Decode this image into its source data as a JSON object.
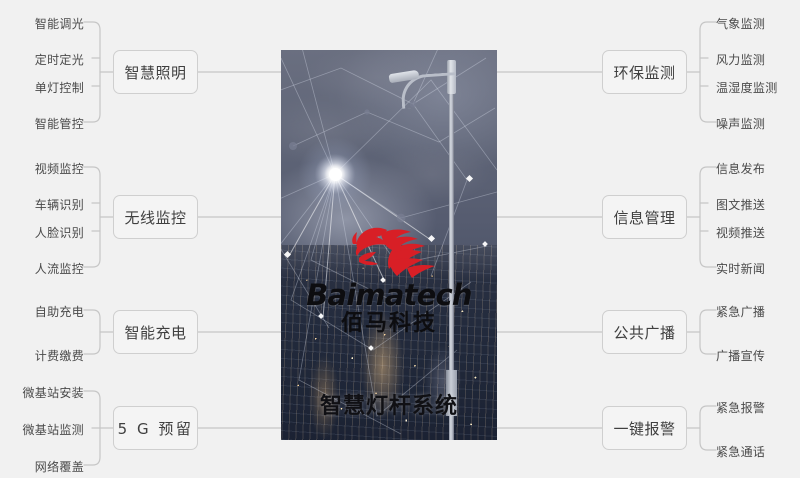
{
  "diagram": {
    "title": "智慧灯杆系统",
    "brand_en": "Baimatech",
    "brand_cn": "佰马科技",
    "accent_color": "#d81f26",
    "background_color": "#f1f1f1",
    "node_border_color": "#cfcfcf",
    "line_color": "#c6c6c6"
  },
  "left_groups": [
    {
      "label": "智慧照明",
      "leaves": [
        "智能调光",
        "定时定光",
        "单灯控制",
        "智能管控"
      ]
    },
    {
      "label": "无线监控",
      "leaves": [
        "视频监控",
        "车辆识别",
        "人脸识别",
        "人流监控"
      ]
    },
    {
      "label": "智能充电",
      "leaves": [
        "自助充电",
        "计费缴费"
      ]
    },
    {
      "label": "5 G 预留",
      "leaves": [
        "微基站安装",
        "微基站监测",
        "网络覆盖"
      ]
    }
  ],
  "right_groups": [
    {
      "label": "环保监测",
      "leaves": [
        "气象监测",
        "风力监测",
        "温湿度监测",
        "噪声监测"
      ]
    },
    {
      "label": "信息管理",
      "leaves": [
        "信息发布",
        "图文推送",
        "视频推送",
        "实时新闻"
      ]
    },
    {
      "label": "公共广播",
      "leaves": [
        "紧急广播",
        "广播宣传"
      ]
    },
    {
      "label": "一键报警",
      "leaves": [
        "紧急报警",
        "紧急通话"
      ]
    }
  ]
}
